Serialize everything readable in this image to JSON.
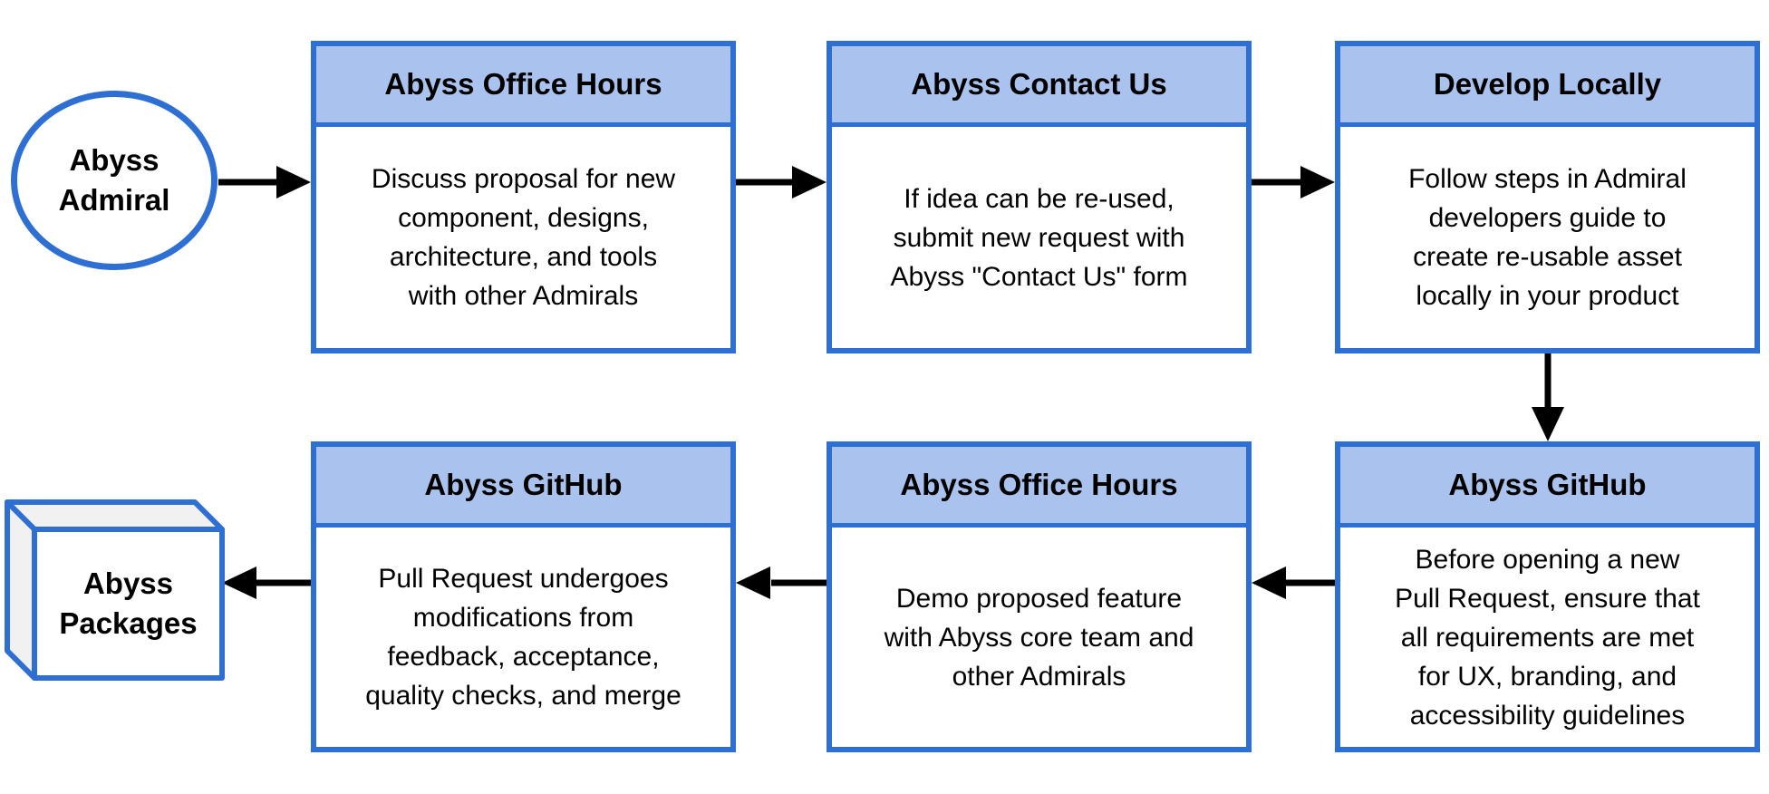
{
  "diagram": {
    "colors": {
      "node_border": "#2e6fd3",
      "header_fill": "#aac3ee",
      "body_fill": "#ffffff",
      "text": "#000000",
      "arrow": "#000000",
      "side_face": "#f1f1f1",
      "background": "#ffffff"
    },
    "start_node": {
      "label": "Abyss\nAdmiral"
    },
    "end_node": {
      "label": "Abyss\nPackages"
    },
    "steps": [
      {
        "title": "Abyss Office Hours",
        "body": "Discuss proposal for new\ncomponent, designs,\narchitecture, and tools\nwith other Admirals"
      },
      {
        "title": "Abyss Contact Us",
        "body": "If idea can be re-used,\nsubmit new request with\nAbyss \"Contact Us\" form"
      },
      {
        "title": "Develop Locally",
        "body": "Follow steps in Admiral\ndevelopers guide to\ncreate re-usable asset\nlocally in your product"
      },
      {
        "title": "Abyss GitHub",
        "body": "Before opening a new\nPull Request, ensure that\nall requirements are met\nfor UX, branding, and\naccessibility guidelines"
      },
      {
        "title": "Abyss Office Hours",
        "body": "Demo proposed feature\nwith Abyss core team and\nother Admirals"
      },
      {
        "title": "Abyss GitHub",
        "body": "Pull Request undergoes\nmodifications from\nfeedback, acceptance,\nquality checks, and merge"
      }
    ],
    "connections": [
      "start -> step0",
      "step0 -> step1",
      "step1 -> step2",
      "step2 -> step3",
      "step3 -> step4",
      "step4 -> step5",
      "step5 -> end"
    ]
  }
}
